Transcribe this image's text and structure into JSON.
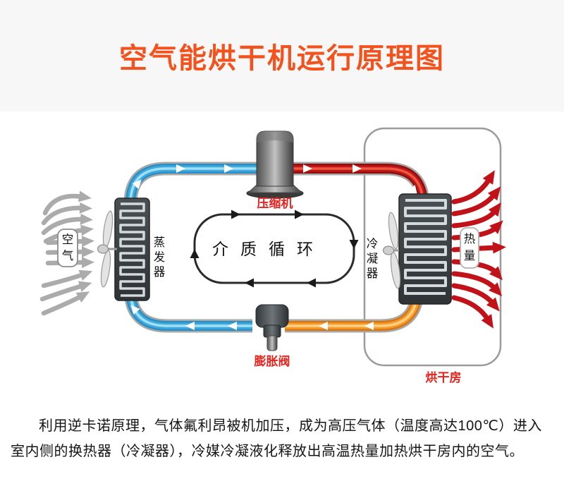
{
  "title": "空气能烘干机运行原理图",
  "description": {
    "line1": "利用逆卡诺原理，气体氟利昂被机加压，成为高压气体（温度高达100℃）进入",
    "line2": "室内侧的换热器（冷凝器），冷媒冷凝液化释放出高温热量加热烘干房内的空气。"
  },
  "diagram": {
    "air_label": [
      "空",
      "气"
    ],
    "evaporator_label": [
      "蒸",
      "发",
      "器"
    ],
    "compressor_label": "压缩机",
    "cycle_label": "介质循环",
    "expansion_valve_label": "膨胀阀",
    "condenser_label": [
      "冷",
      "凝",
      "器"
    ],
    "heat_label": [
      "热",
      "量"
    ],
    "drying_room_label": "烘干房"
  },
  "colors": {
    "title_accent": "#f4521c",
    "component_label_red": "#e8231e",
    "cold_pipe_blue": "#2a8fc7",
    "hot_pipe_red": "#bc1614",
    "warm_pipe_orange": "#f59b28",
    "air_flow_gray": "#ababab",
    "heat_flow_red": "#c1121a"
  }
}
